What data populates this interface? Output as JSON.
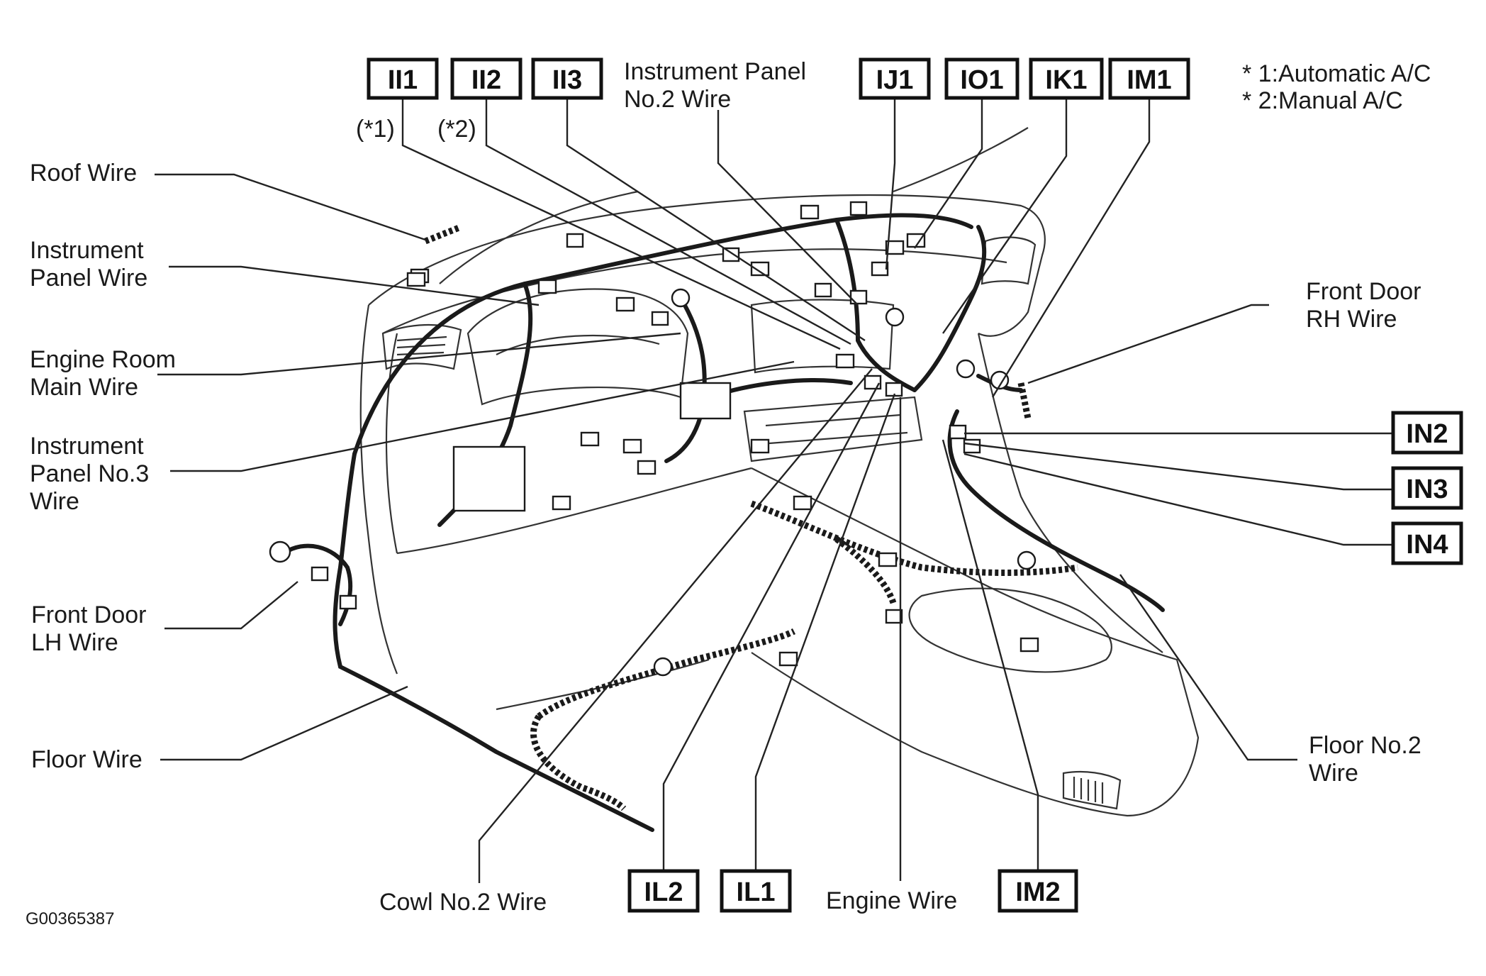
{
  "notes": {
    "line1": "* 1:Automatic A/C",
    "line2": "* 2:Manual A/C"
  },
  "connectors": {
    "II1": "II1",
    "II2": "II2",
    "II3": "II3",
    "IJ1": "IJ1",
    "IO1": "IO1",
    "IK1": "IK1",
    "IM1": "IM1",
    "IN2": "IN2",
    "IN3": "IN3",
    "IN4": "IN4",
    "IL2": "IL2",
    "IL1": "IL1",
    "IM2": "IM2"
  },
  "footnote_marks": {
    "auto": "(*1)",
    "manual": "(*2)"
  },
  "wires": {
    "instrument_panel_no2": [
      "Instrument Panel",
      "No.2 Wire"
    ],
    "roof": [
      "Roof Wire"
    ],
    "instrument_panel": [
      "Instrument",
      "Panel Wire"
    ],
    "engine_room_main": [
      "Engine Room",
      "Main Wire"
    ],
    "instrument_panel_no3": [
      "Instrument",
      "Panel No.3",
      "Wire"
    ],
    "front_door_lh": [
      "Front Door",
      "LH Wire"
    ],
    "floor": [
      "Floor Wire"
    ],
    "front_door_rh": [
      "Front Door",
      "RH Wire"
    ],
    "floor_no2": [
      "Floor No.2",
      "Wire"
    ],
    "cowl_no2": [
      "Cowl No.2 Wire"
    ],
    "engine": [
      "Engine Wire"
    ]
  },
  "drawing_id": "G00365387"
}
